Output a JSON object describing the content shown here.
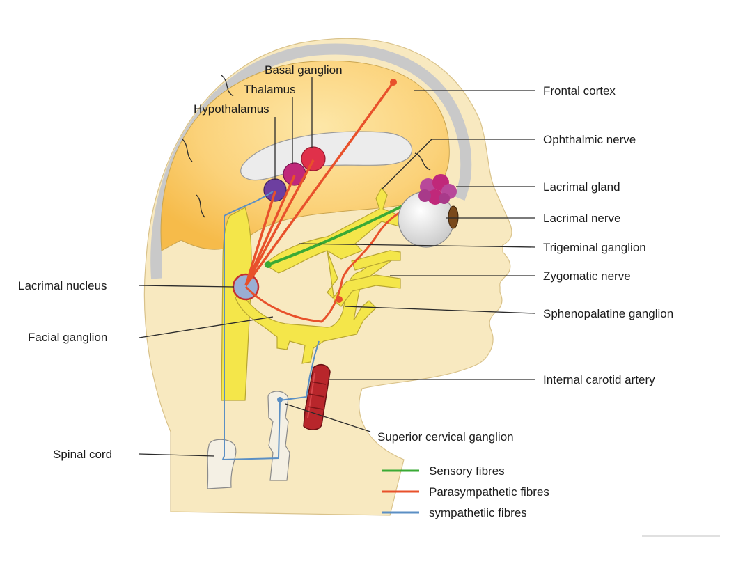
{
  "labels": {
    "basal_ganglion": "Basal ganglion",
    "thalamus": "Thalamus",
    "hypothalamus": "Hypothalamus",
    "frontal_cortex": "Frontal cortex",
    "ophthalmic_nerve": "Ophthalmic nerve",
    "lacrimal_gland": "Lacrimal gland",
    "lacrimal_nerve": "Lacrimal nerve",
    "trigeminal_ganglion": "Trigeminal ganglion",
    "zygomatic_nerve": "Zygomatic nerve",
    "sphenopalatine_ganglion": "Sphenopalatine ganglion",
    "internal_carotid_artery": "Internal carotid artery",
    "superior_cervical_ganglion": "Superior cervical ganglion",
    "lacrimal_nucleus": "Lacrimal nucleus",
    "facial_ganglion": "Facial ganglion",
    "spinal_cord": "Spinal cord"
  },
  "legend": [
    {
      "label": "Sensory fibres",
      "color": "#3aaa35"
    },
    {
      "label": "Parasympathetic fibres",
      "color": "#e8512b"
    },
    {
      "label": "sympathetiic fibres",
      "color": "#5b8fc4"
    }
  ],
  "colors": {
    "skin": "#f7e6b8",
    "brain": "#fbcf6a",
    "nerve": "#f4e64a",
    "artery": "#b8262b",
    "nuclei": "#c0287a"
  }
}
